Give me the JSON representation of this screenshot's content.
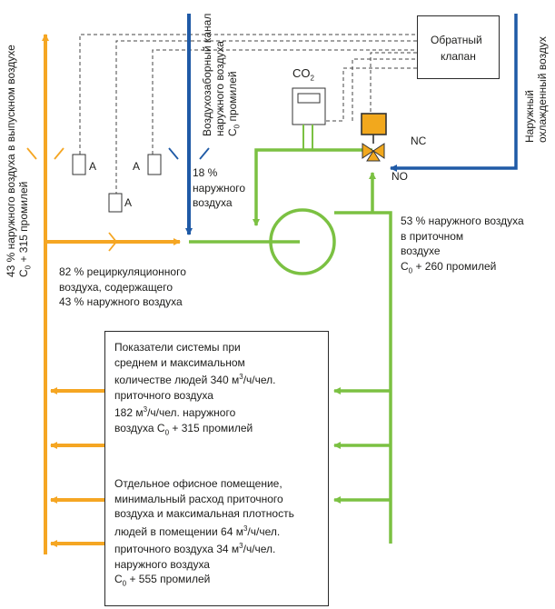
{
  "colors": {
    "exhaust_air": "#f5a623",
    "supply_air": "#7bc142",
    "outdoor_air": "#1f5aa6",
    "valve_body": "#f2a81d",
    "control_line": "#444444"
  },
  "labels": {
    "exhaust_side": {
      "line1": "43 % наружного воздуха в выпускном воздухе",
      "line2_prefix": "C",
      "line2_sub": "0",
      "line2_suffix": " + 315 промилей"
    },
    "intake_channel": {
      "line1": "Воздухозаборный канал",
      "line2": "наружного воздуха",
      "line3_prefix": "C",
      "line3_sub": "0",
      "line3_suffix": " промилей"
    },
    "cooled_outdoor": {
      "line1": "Наружный",
      "line2": "охлажденный воздух"
    },
    "check_valve": {
      "line1": "Обратный",
      "line2": "клапан"
    },
    "co2_sensor": {
      "prefix": "CO",
      "sub": "2"
    },
    "nc": "NC",
    "no": "NO",
    "sensor_a": "A",
    "outdoor_18": {
      "line1": "18 %",
      "line2": "наружного",
      "line3": "воздуха"
    },
    "recirc_82": {
      "line1": "82 % рециркуляционного",
      "line2": "воздуха, содержащего",
      "line3": "43 % наружного воздуха"
    },
    "supply_53": {
      "line1": "53 % наружного воздуха",
      "line2": "в приточном",
      "line3": "воздухе",
      "line4_prefix": "C",
      "line4_sub": "0",
      "line4_suffix": " + 260 промилей"
    }
  },
  "info_box": {
    "block1": {
      "line1": "Показатели системы при",
      "line2": "среднем и максимальном",
      "line3_prefix": "количестве людей 340 м",
      "line3_sup": "3",
      "line3_suffix": "/ч/чел.",
      "line4": "приточного воздуха",
      "line5_prefix": "182 м",
      "line5_sup": "3",
      "line5_suffix": "/ч/чел. наружного",
      "line6_prefix": "воздуха C",
      "line6_sub": "0",
      "line6_suffix": " + 315 промилей"
    },
    "block2": {
      "line1": "Отдельное офисное помещение,",
      "line2": "минимальный расход приточного",
      "line3": "воздуха и максимальная плотность",
      "line4_prefix": "людей в помещении 64 м",
      "line4_sup": "3",
      "line4_suffix": "/ч/чел.",
      "line5_prefix": "приточного воздуха 34 м",
      "line5_sup": "3",
      "line5_suffix": "/ч/чел.",
      "line6": "наружного воздуха",
      "line7_prefix": "C",
      "line7_sub": "0",
      "line7_suffix": " + 555 промилей"
    }
  }
}
